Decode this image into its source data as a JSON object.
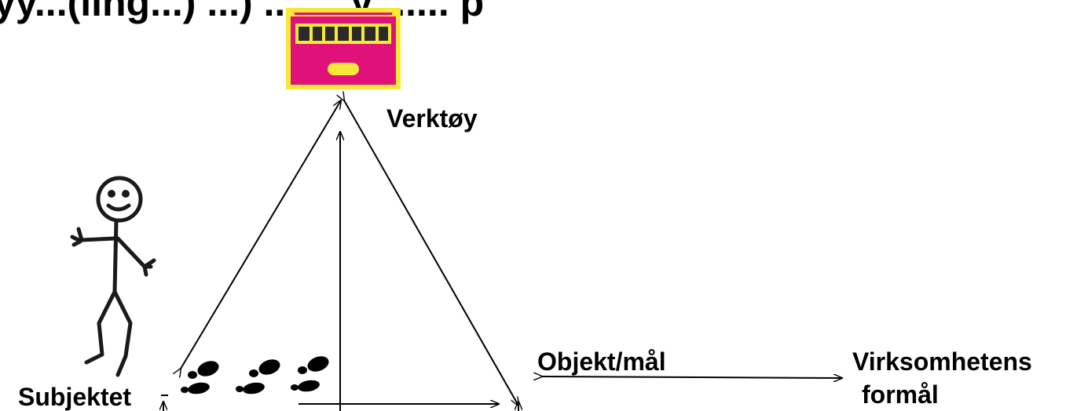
{
  "title": {
    "text": "yy...(ling...) ...) ....... y ...... p"
  },
  "labels": {
    "tools": "Verktøy",
    "subject": "Subjektet",
    "object": "Objekt/mål",
    "purpose_line1": "Virksomhetens",
    "purpose_line2": "formål"
  },
  "icons": {
    "toolbox": "toolbox-icon",
    "person": "stick-person-icon",
    "footprints": "footprints-icon"
  },
  "colors": {
    "toolbox_body": "#e0117a",
    "toolbox_border": "#f5e838",
    "toolbox_handle": "#f5e838",
    "lines": "#000000"
  }
}
